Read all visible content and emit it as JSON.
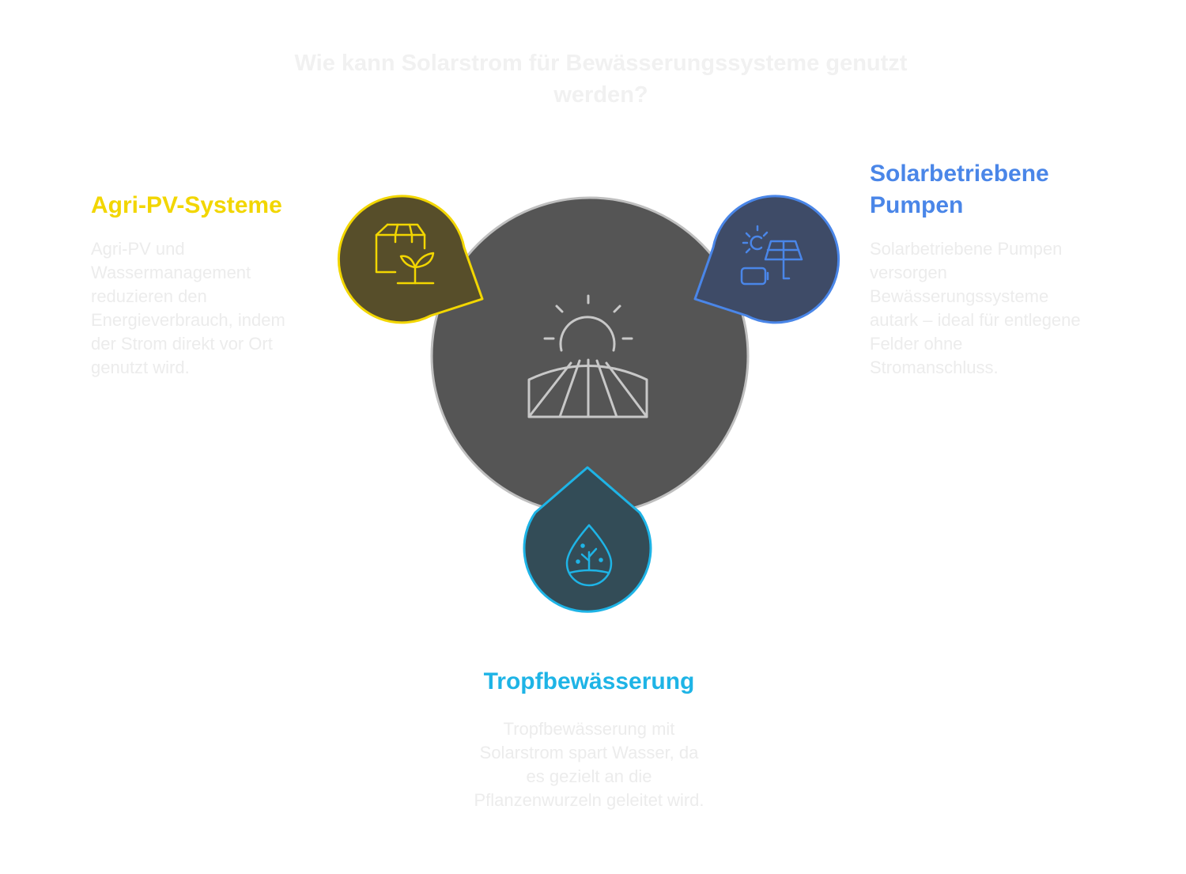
{
  "title": "Wie kann Solarstrom für Bewässerungssysteme genutzt werden?",
  "center": {
    "icon": "sun-over-field-icon",
    "fill": "#555555"
  },
  "items": [
    {
      "heading": "Agri-PV-Systeme",
      "description": "Agri-PV und Wassermanagement reduzieren den Energieverbrauch, indem der Strom direkt vor Ort genutzt wird.",
      "color": "#f2d600",
      "icon": "box-with-sprout-icon"
    },
    {
      "heading": "Solarbetriebene Pumpen",
      "description": "Solarbetriebene Pumpen versorgen Bewässerungssysteme autark – ideal für entlegene Felder ohne Stromanschluss.",
      "color": "#4a86e8",
      "icon": "solar-panel-battery-icon"
    },
    {
      "heading": "Tropfbewässerung",
      "description": "Tropfbewässerung mit Solarstrom spart Wasser, da es gezielt an die Pflanzenwurzeln geleitet wird.",
      "color": "#1eb4e6",
      "icon": "water-drop-plant-icon"
    }
  ]
}
